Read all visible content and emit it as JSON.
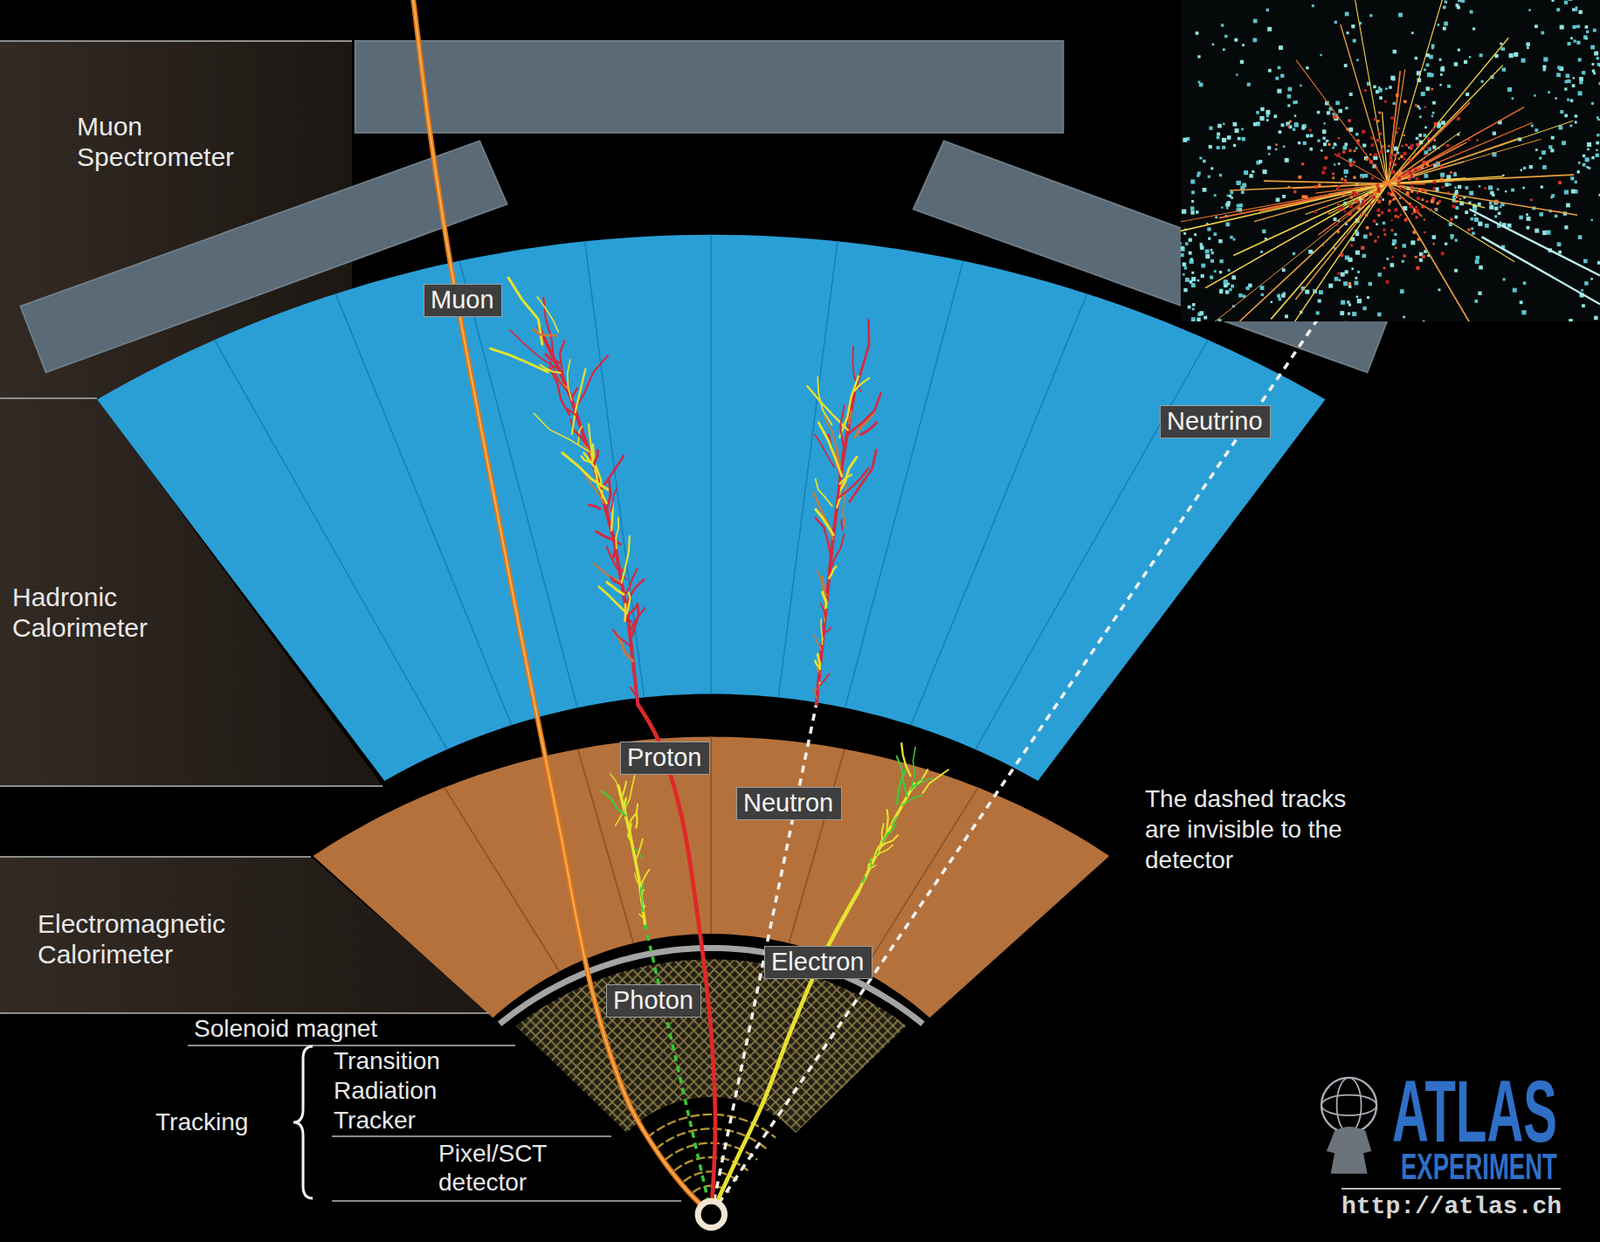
{
  "diagram": {
    "nodes": [
      {
        "text": [
          "Muon Spectrometer"
        ]
      },
      {
        "text": [
          "Muon"
        ]
      },
      {
        "text": [
          "Neutrino"
        ]
      },
      {
        "text": [
          "Hadronic Calorimeter"
        ]
      },
      {
        "text": [
          "Proton"
        ]
      },
      {
        "text": [
          "Neutron"
        ]
      },
      {
        "text": [
          "Electromagnetic Calorimeter"
        ]
      },
      {
        "text": [
          "Electron"
        ]
      },
      {
        "text": [
          "Photon"
        ]
      }
    ],
    "labels": [
      "The dashed tracks are invisible to the detector",
      "Solenoid magnet",
      "Transition Radiation Tracker",
      "Tracking",
      "Pixel/SCT detector",
      "ATLAS",
      "EXPERIMENT",
      "http://atlas.ch"
    ]
  }
}
